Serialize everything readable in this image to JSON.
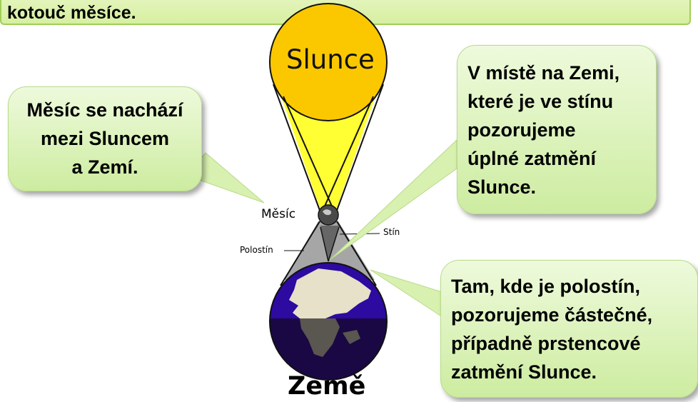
{
  "banner": {
    "text": "kotouč měsíce."
  },
  "labels": {
    "sun": "Slunce",
    "moon": "Měsíc",
    "shadow": "Stín",
    "penumbra": "Polostín",
    "earth": "Země"
  },
  "callouts": {
    "moon_position": [
      "Měsíc se nachází",
      "mezi Sluncem",
      "a Zemí."
    ],
    "total_eclipse": [
      "V místě na Zemi,",
      "které je ve stínu",
      "pozorujeme",
      "úplné zatmění",
      "Slunce."
    ],
    "partial_eclipse": [
      "Tam, kde je polostín,",
      "pozorujeme částečné,",
      "případně prstencové",
      "zatmění Slunce."
    ]
  },
  "colors": {
    "sun": "#fbc800",
    "sun_rays": "#ffff33",
    "moon": "#4a4a4a",
    "shadow": "#666666",
    "penumbra": "#a6a6a6",
    "earth_ocean_day": "#2d0aa0",
    "earth_ocean_night": "#1a0844",
    "land": "#e6e1c8",
    "callout_fill": "#d8f0b0",
    "callout_border": "#b8dc8a"
  }
}
